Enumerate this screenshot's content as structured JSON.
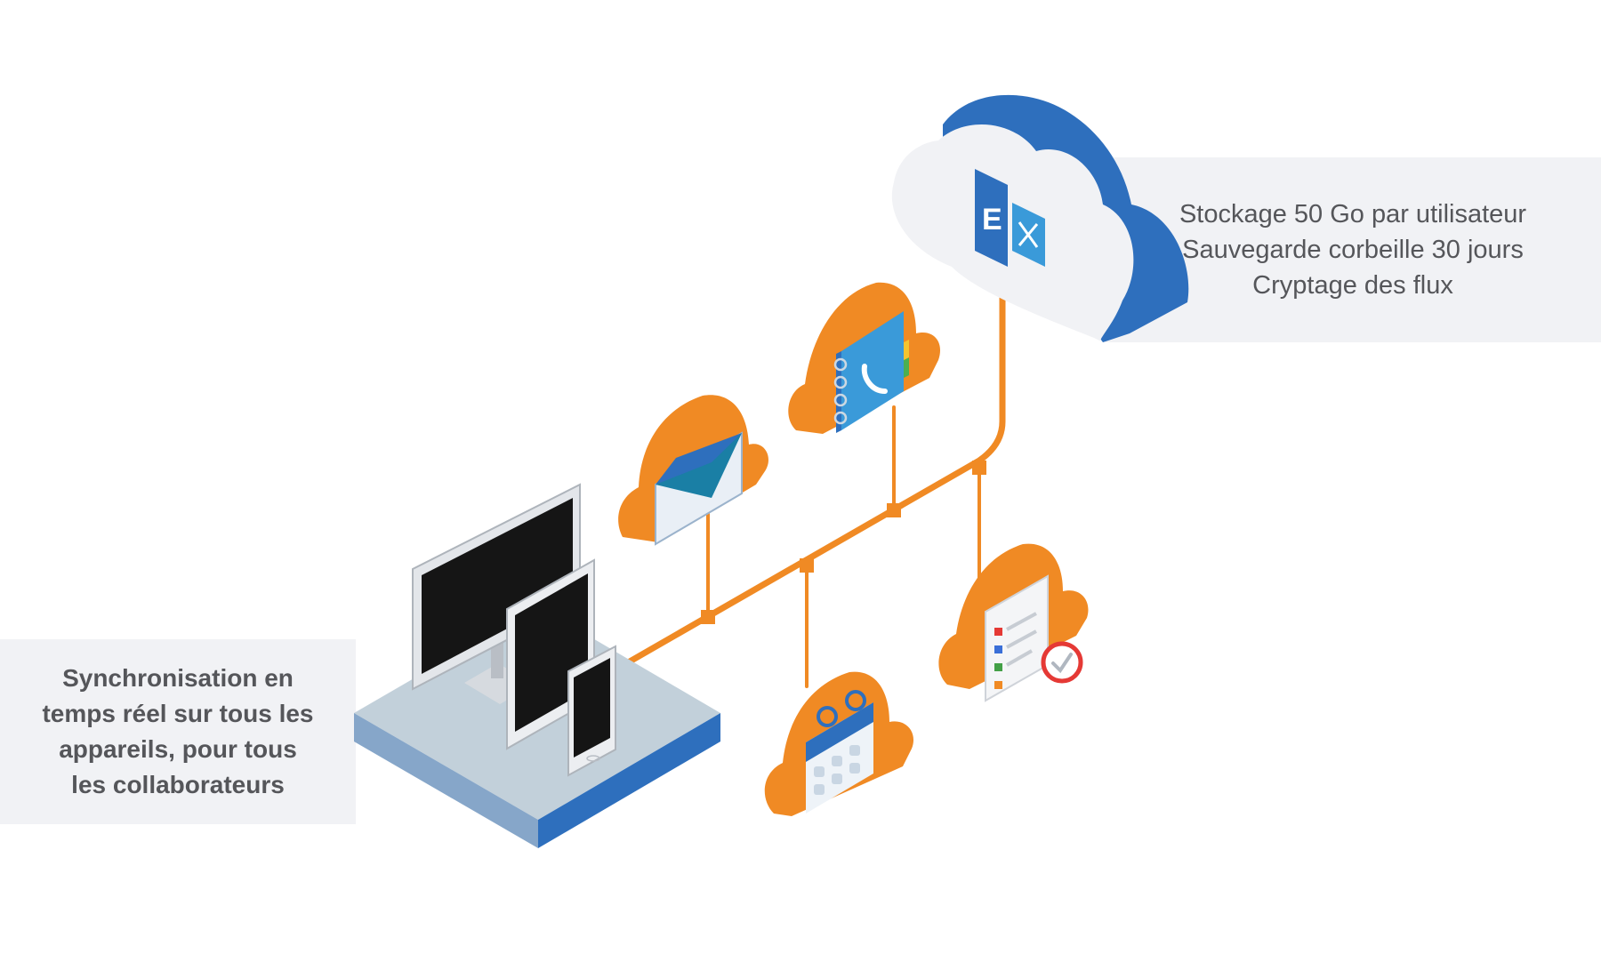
{
  "features_panel": {
    "lines": [
      "Stockage 50 Go par utilisateur",
      "Sauvegarde corbeille 30 jours",
      "Cryptage des flux"
    ]
  },
  "sync_panel": {
    "lines": [
      "Synchronisation en",
      "temps réel sur tous les",
      "appareils, pour tous",
      "les collaborateurs"
    ]
  },
  "server_cloud": {
    "logo_letter": "E",
    "icon": "exchange-logo-icon"
  },
  "service_clouds": [
    {
      "name": "mail",
      "icon": "mail-envelope-icon"
    },
    {
      "name": "contacts",
      "icon": "address-book-icon"
    },
    {
      "name": "calendar",
      "icon": "calendar-icon"
    },
    {
      "name": "tasks",
      "icon": "task-list-icon"
    }
  ],
  "devices": [
    "monitor",
    "tablet",
    "smartphone"
  ],
  "colors": {
    "orange": "#f08a24",
    "blue": "#2e6fbd",
    "light_blue": "#3a9ad9",
    "panel_bg": "#f1f2f5",
    "text": "#55565a",
    "platform_top": "#c2d0da",
    "platform_side": "#2e6fbd"
  }
}
